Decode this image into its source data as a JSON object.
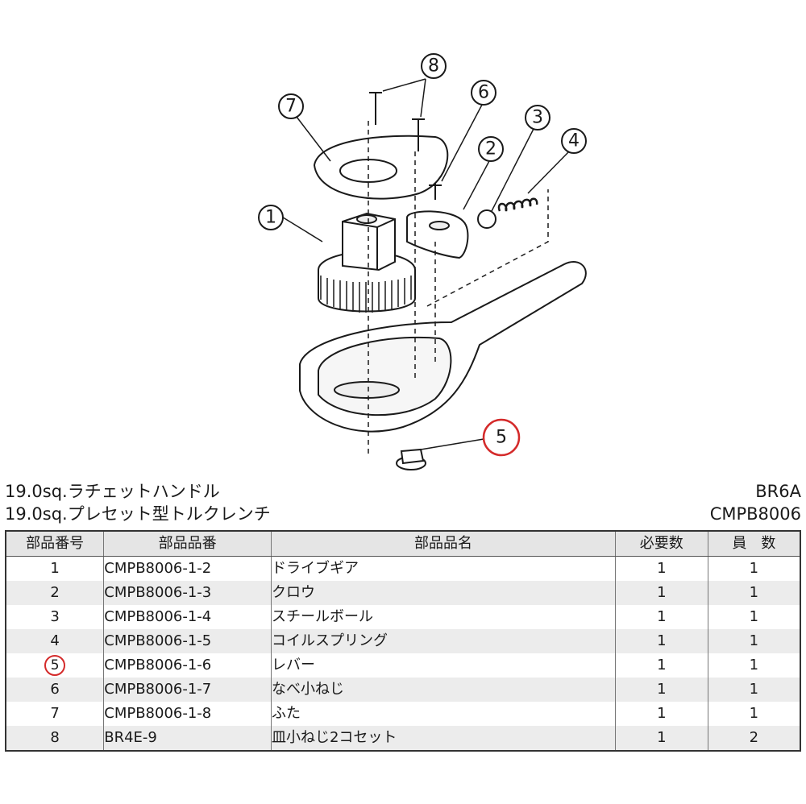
{
  "callouts": [
    "1",
    "2",
    "3",
    "4",
    "5",
    "6",
    "7",
    "8"
  ],
  "header": {
    "title1": "19.0sq.ラチェットハンドル",
    "code1": "BR6A",
    "title2": "19.0sq.プレセット型トルクレンチ",
    "code2": "CMPB8006"
  },
  "table": {
    "headers": [
      "部品番号",
      "部品品番",
      "部品品名",
      "必要数",
      "員　数"
    ],
    "rows": [
      {
        "no": "1",
        "part": "CMPB8006-1-2",
        "name": "ドライブギア",
        "req": "1",
        "qty": "1"
      },
      {
        "no": "2",
        "part": "CMPB8006-1-3",
        "name": "クロウ",
        "req": "1",
        "qty": "1"
      },
      {
        "no": "3",
        "part": "CMPB8006-1-4",
        "name": "スチールボール",
        "req": "1",
        "qty": "1"
      },
      {
        "no": "4",
        "part": "CMPB8006-1-5",
        "name": "コイルスプリング",
        "req": "1",
        "qty": "1"
      },
      {
        "no": "5",
        "part": "CMPB8006-1-6",
        "name": "レバー",
        "req": "1",
        "qty": "1"
      },
      {
        "no": "6",
        "part": "CMPB8006-1-7",
        "name": "なべ小ねじ",
        "req": "1",
        "qty": "1"
      },
      {
        "no": "7",
        "part": "CMPB8006-1-8",
        "name": "ふた",
        "req": "1",
        "qty": "1"
      },
      {
        "no": "8",
        "part": "BR4E-9",
        "name": "皿小ねじ2コセット",
        "req": "1",
        "qty": "2"
      }
    ]
  },
  "colors": {
    "highlight": "#d42a2a",
    "header_bg": "#e5e5e5",
    "row_shade": "#ececec"
  }
}
